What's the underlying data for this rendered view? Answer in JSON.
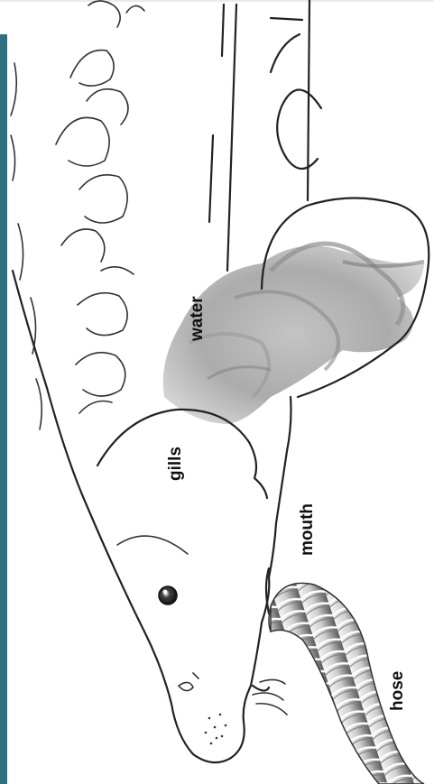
{
  "diagram": {
    "labels": {
      "water": "water",
      "gills": "gills",
      "mouth": "mouth",
      "hose": "hose"
    },
    "colors": {
      "sidebar": "#2f6f7e",
      "ink": "#222222",
      "water_fill": "#a8a8a8",
      "hose_light": "#eeeeee",
      "hose_dark": "#5a5a5a"
    }
  }
}
